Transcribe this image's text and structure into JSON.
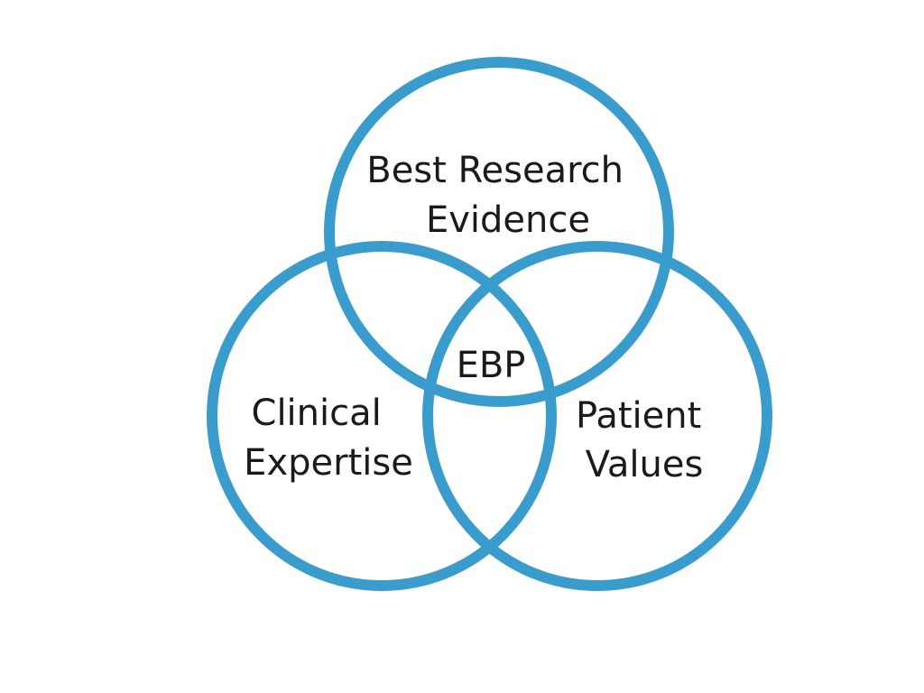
{
  "diagram": {
    "circles": [
      {
        "id": "research",
        "label_lines": [
          "Best Research",
          "Evidence"
        ]
      },
      {
        "id": "clinical",
        "label_lines": [
          "Clinical",
          "Expertise"
        ]
      },
      {
        "id": "patient",
        "label_lines": [
          "Patient",
          "Values"
        ]
      }
    ],
    "center_label": "EBP",
    "colors": {
      "ring": "#3a9ccc",
      "text": "#1a1a1a",
      "background": "#ffffff"
    }
  }
}
